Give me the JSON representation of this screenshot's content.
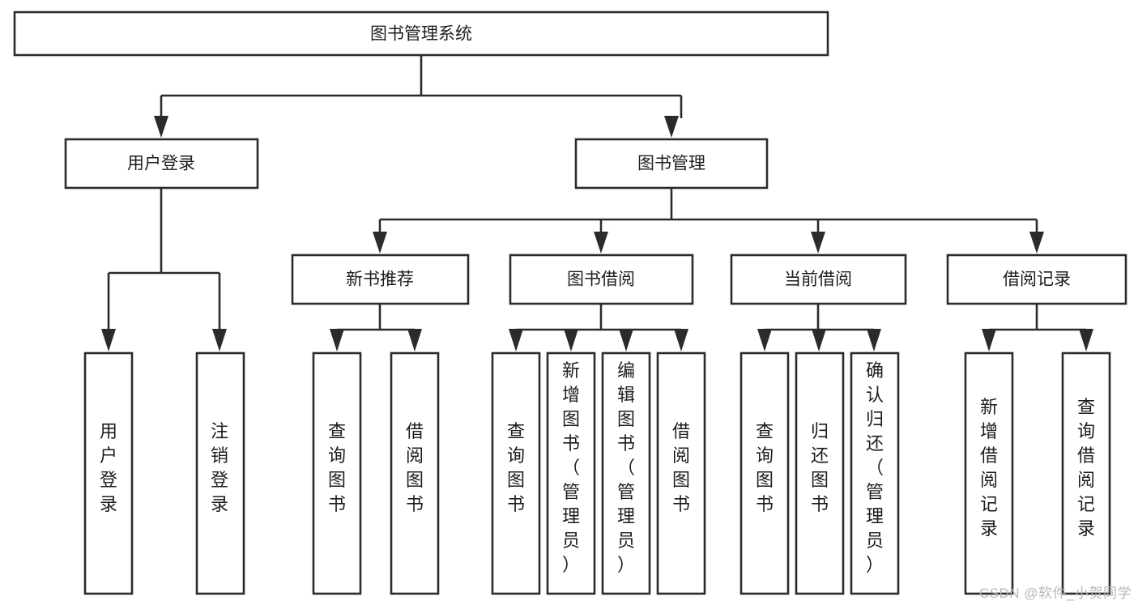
{
  "diagram": {
    "type": "tree-hierarchy",
    "title": "图书管理系统",
    "watermark": "CSDN @软件_小贺同学",
    "colors": {
      "stroke": "#2b2b2b",
      "fill": "#ffffff",
      "text": "#1d1d1d",
      "watermark": "#b8b8b8",
      "background": "#ffffff"
    },
    "nodes": {
      "root": {
        "label": "图书管理系统",
        "orientation": "horizontal"
      },
      "level2": [
        {
          "label": "用户登录",
          "orientation": "horizontal"
        },
        {
          "label": "图书管理",
          "orientation": "horizontal"
        }
      ],
      "level3": [
        {
          "label": "新书推荐",
          "orientation": "horizontal"
        },
        {
          "label": "图书借阅",
          "orientation": "horizontal"
        },
        {
          "label": "当前借阅",
          "orientation": "horizontal"
        },
        {
          "label": "借阅记录",
          "orientation": "horizontal"
        }
      ],
      "leaves": {
        "user_login": [
          {
            "label": "用户登录",
            "orientation": "vertical"
          },
          {
            "label": "注销登录",
            "orientation": "vertical"
          }
        ],
        "new_book_recommend": [
          {
            "label": "查询图书",
            "orientation": "vertical"
          },
          {
            "label": "借阅图书",
            "orientation": "vertical"
          }
        ],
        "book_borrow": [
          {
            "label": "查询图书",
            "orientation": "vertical"
          },
          {
            "label": "新增图书（管理员）",
            "orientation": "vertical"
          },
          {
            "label": "编辑图书（管理员）",
            "orientation": "vertical"
          },
          {
            "label": "借阅图书",
            "orientation": "vertical"
          }
        ],
        "current_borrow": [
          {
            "label": "查询图书",
            "orientation": "vertical"
          },
          {
            "label": "归还图书",
            "orientation": "vertical"
          },
          {
            "label": "确认归还（管理员）",
            "orientation": "vertical"
          }
        ],
        "borrow_record": [
          {
            "label": "新增借阅记录",
            "orientation": "vertical"
          },
          {
            "label": "查询借阅记录",
            "orientation": "vertical"
          }
        ]
      }
    }
  }
}
